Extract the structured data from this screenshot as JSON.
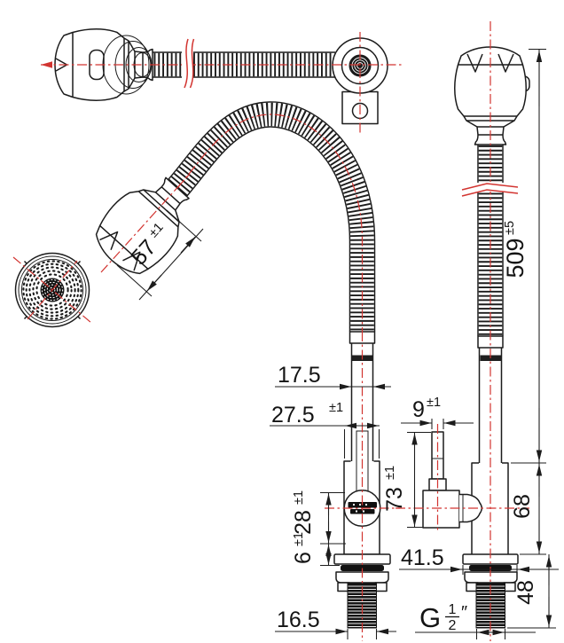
{
  "drawing": {
    "background": "#ffffff",
    "line_color": "#1c1c1c",
    "centerline_color": "#d23430",
    "dims": {
      "head_length": {
        "value": "57",
        "tol": "±1"
      },
      "overall_length": {
        "value": "509",
        "tol": "±5"
      },
      "hose_od": {
        "value": "17.5",
        "tol": ""
      },
      "body_od": {
        "value": "27.5",
        "tol": "±1"
      },
      "stem_od": {
        "value": "9",
        "tol": "±1"
      },
      "elbow_height": {
        "value": "73",
        "tol": "±1"
      },
      "ball_height": {
        "value": "28",
        "tol": "±1"
      },
      "flange_gap": {
        "value": "6",
        "tol": "±1"
      },
      "body_height": {
        "value": "68",
        "tol": ""
      },
      "flange_od": {
        "value": "41.5",
        "tol": ""
      },
      "shank_height": {
        "value": "48",
        "tol": ""
      },
      "thread_od": {
        "value": "16.5",
        "tol": ""
      },
      "thread_spec": {
        "prefix": "G",
        "numerator": "1",
        "denominator": "2",
        "unit": "″"
      }
    }
  }
}
